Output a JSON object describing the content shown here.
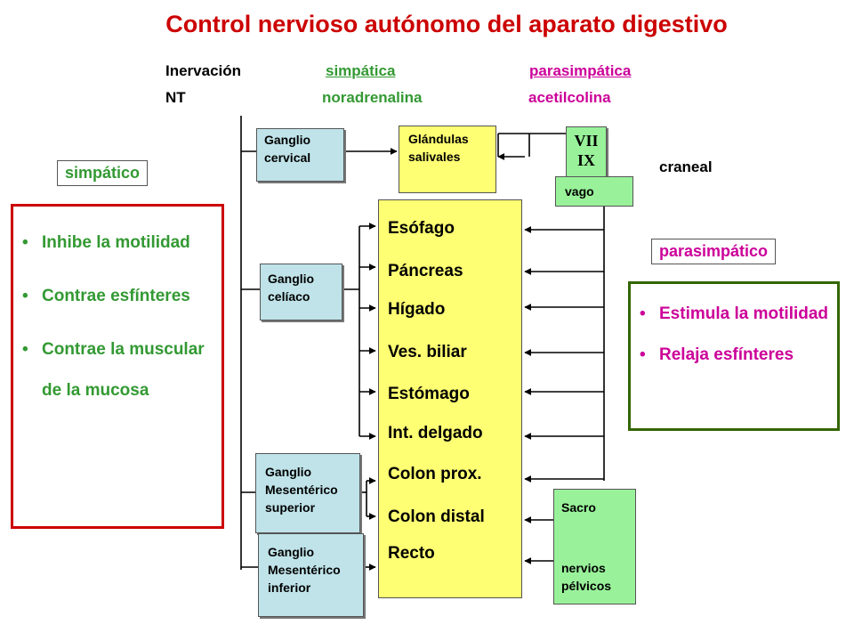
{
  "title": "Control nervioso autónomo del aparato digestivo",
  "header": {
    "row1_label": "Inervación",
    "row1_symp": "simpática",
    "row1_parasymp": "parasimpática",
    "row2_label": "NT",
    "row2_symp": "noradrenalina",
    "row2_parasymp": "acetilcolina"
  },
  "sympathetic": {
    "tag": "simpático",
    "effects": [
      "Inhibe la motilidad",
      "Contrae esfínteres",
      "Contrae la muscular de la mucosa"
    ]
  },
  "parasympathetic": {
    "tag": "parasimpático",
    "effects": [
      "Estimula la motilidad",
      "Relaja esfínteres"
    ]
  },
  "ganglia": [
    [
      "Ganglio",
      "cervical"
    ],
    [
      "Ganglio",
      "celíaco"
    ],
    [
      "Ganglio",
      "Mesentérico",
      "superior"
    ],
    [
      "Ganglio",
      "Mesentérico",
      "inferior"
    ]
  ],
  "salivary": [
    "Glándulas",
    "salivales"
  ],
  "organs": [
    "Esófago",
    "Páncreas",
    "Hígado",
    "Ves. biliar",
    "Estómago",
    "Int. delgado",
    "Colon prox.",
    "Colon distal",
    "Recto"
  ],
  "cranial": {
    "nerve_numerals": [
      "VII",
      "IX"
    ],
    "vago": "vago",
    "label": "craneal"
  },
  "sacral": {
    "top": "Sacro",
    "bottom": [
      "nervios",
      "pélvicos"
    ]
  },
  "colors": {
    "title": "#cc0000",
    "symp_header": "#339933",
    "parasymp_header": "#cc0099",
    "symp_border": "#cc0000",
    "parasymp_border": "#336600",
    "organ_fill": "#ffff73",
    "ganglion_fill": "#bfe3e9",
    "cranial_fill": "#99f29a"
  }
}
